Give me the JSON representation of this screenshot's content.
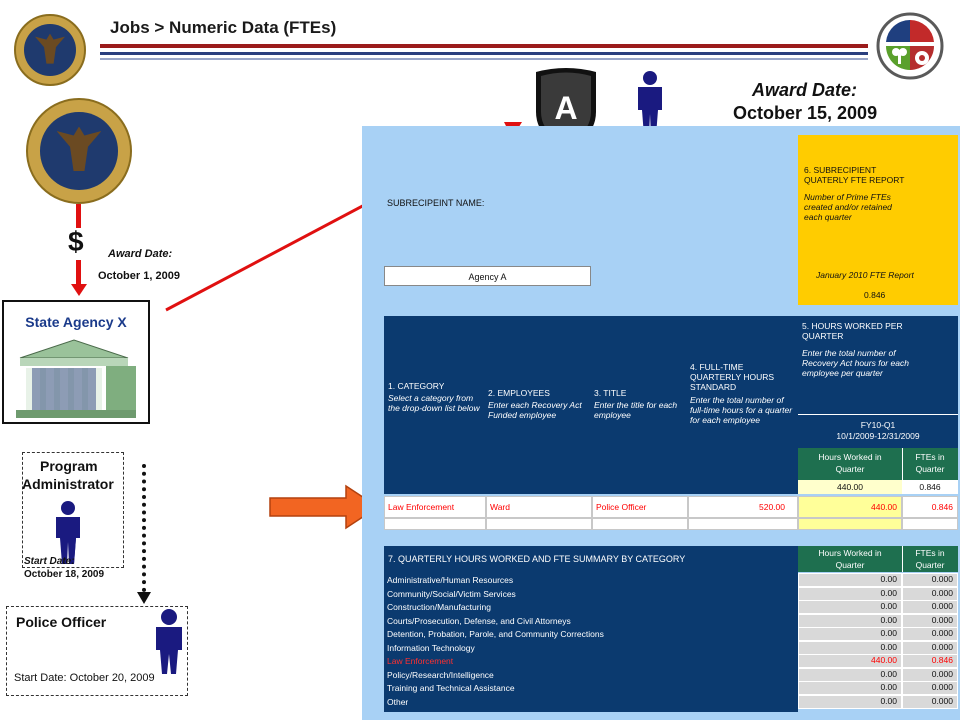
{
  "header": {
    "title": "Jobs > Numeric Data (FTEs)"
  },
  "award_top": {
    "label": "Award Date:",
    "date": "October 15, 2009"
  },
  "badge": {
    "letter": "A"
  },
  "award_left": {
    "label": "Award Date:",
    "date": "October 1, 2009",
    "dollar": "$"
  },
  "state_agency": {
    "label": "State Agency X"
  },
  "program_admin": {
    "label_line1": "Program",
    "label_line2": "Administrator",
    "start_line1": "Start Date:",
    "start_line2": "October 18, 2009"
  },
  "police_officer": {
    "label": "Police Officer",
    "start": "Start Date: October 20, 2009"
  },
  "report": {
    "subrecipient_name_label": "SUBRECIPEINT NAME:",
    "subrecipient_name_value": "Agency A",
    "fte_box": {
      "title": "6. SUBRECIPIENT QUATERLY FTE REPORT",
      "desc": "Number of Prime FTEs created and/or retained each quarter",
      "report_label": "January 2010 FTE Report",
      "value": "0.846"
    },
    "col_headers": {
      "category_title": "1. CATEGORY",
      "category_desc": "Select a category from the drop-down list below",
      "employees_title": "2. EMPLOYEES",
      "employees_desc": "Enter each Recovery Act Funded employee",
      "title_title": "3. TITLE",
      "title_desc": "Enter the title for each employee",
      "fulltime_title": "4. FULL-TIME QUARTERLY HOURS STANDARD",
      "fulltime_desc": "Enter the total number of full-time hours for a quarter for each employee",
      "hours_title": "5. HOURS WORKED PER QUARTER",
      "hours_desc": "Enter the total number of Recovery Act hours for each employee per quarter",
      "period_line1": "FY10-Q1",
      "period_line2": "10/1/2009-12/31/2009",
      "hours_worked_line1": "Hours Worked in",
      "hours_worked_line2": "Quarter",
      "ftes_line1": "FTEs in",
      "ftes_line2": "Quarter",
      "total_hours": "440.00",
      "total_ftes": "0.846"
    },
    "employee_row": {
      "category": "Law Enforcement",
      "employee": "Ward",
      "title": "Police Officer",
      "fulltime": "520.00",
      "hours": "440.00",
      "ftes": "0.846"
    },
    "summary": {
      "title": "7. QUARTERLY HOURS WORKED AND FTE SUMMARY BY CATEGORY",
      "hours_header_line1": "Hours Worked in",
      "hours_header_line2": "Quarter",
      "ftes_header_line1": "FTEs in",
      "ftes_header_line2": "Quarter",
      "rows": [
        {
          "category": "Administrative/Human Resources",
          "hours": "0.00",
          "ftes": "0.000"
        },
        {
          "category": "Community/Social/Victim Services",
          "hours": "0.00",
          "ftes": "0.000"
        },
        {
          "category": "Construction/Manufacturing",
          "hours": "0.00",
          "ftes": "0.000"
        },
        {
          "category": "Courts/Prosecution, Defense, and Civil Attorneys",
          "hours": "0.00",
          "ftes": "0.000"
        },
        {
          "category": "Detention, Probation, Parole, and Community Corrections",
          "hours": "0.00",
          "ftes": "0.000"
        },
        {
          "category": "Information Technology",
          "hours": "0.00",
          "ftes": "0.000"
        },
        {
          "category": "Law Enforcement",
          "hours": "440.00",
          "ftes": "0.846"
        },
        {
          "category": "Policy/Research/Intelligence",
          "hours": "0.00",
          "ftes": "0.000"
        },
        {
          "category": "Training and Technical Assistance",
          "hours": "0.00",
          "ftes": "0.000"
        },
        {
          "category": "Other",
          "hours": "0.00",
          "ftes": "0.000"
        }
      ]
    }
  },
  "colors": {
    "navy": "#0b3a6f",
    "sheet_blue": "#a8d1f5",
    "gold": "#ffcc00",
    "highlight": "#ffff99",
    "red_text": "#ff0000",
    "arrow_red": "#e01010",
    "arrow_orange": "#f26522"
  },
  "icons": [
    "doj-seal-icon",
    "recovery-gov-logo-icon",
    "police-badge-icon",
    "person-icon",
    "dollar-sign-icon",
    "courthouse-icon",
    "arrow-icon"
  ]
}
